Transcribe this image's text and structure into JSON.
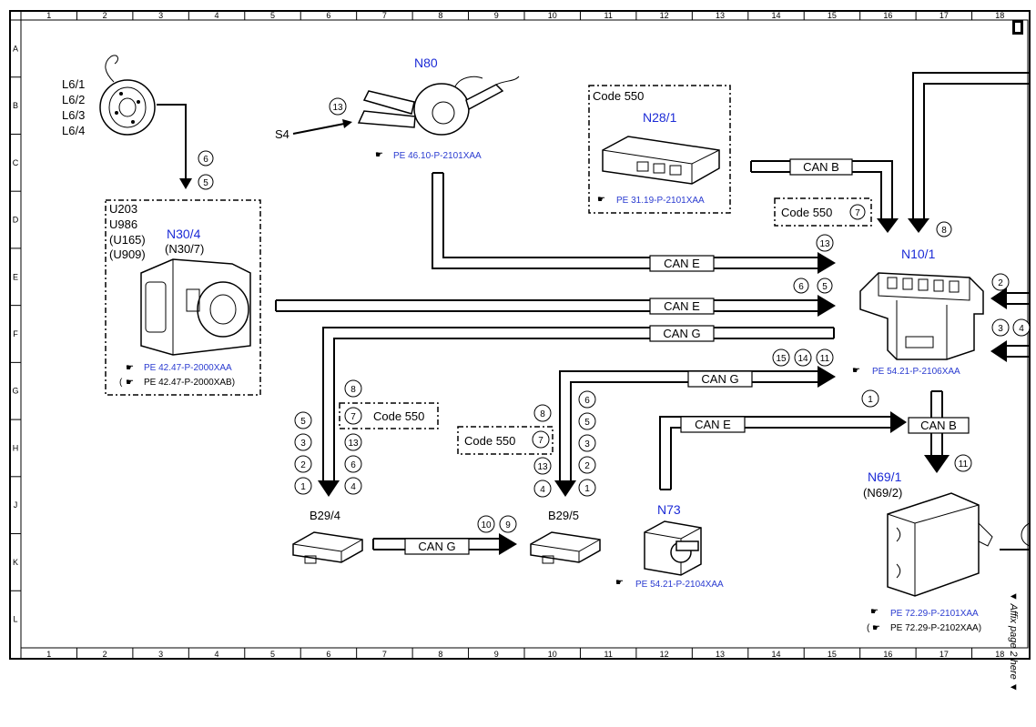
{
  "frame": {
    "columns": [
      "1",
      "2",
      "3",
      "4",
      "5",
      "6",
      "7",
      "8",
      "9",
      "10",
      "11",
      "12",
      "13",
      "14",
      "15",
      "16",
      "17",
      "18"
    ],
    "rows": [
      "A",
      "B",
      "C",
      "D",
      "E",
      "F",
      "G",
      "H",
      "J",
      "K",
      "L"
    ]
  },
  "side_note": "▼ Affix page 2 here ▼",
  "icons": {
    "ref": "pointing-hand-icon"
  },
  "components": {
    "l6": {
      "labels": [
        "L6/1",
        "L6/2",
        "L6/3",
        "L6/4"
      ]
    },
    "n80": {
      "id": "N80",
      "ref": "PE 46.10-P-2101XAA",
      "s4": "S4"
    },
    "n28": {
      "code": "Code 550",
      "id": "N28/1",
      "ref": "PE 31.19-P-2101XAA"
    },
    "n30": {
      "variants": [
        "U203",
        "U986",
        "(U165)",
        "(U909)"
      ],
      "id": "N30/4",
      "id_alt": "(N30/7)",
      "ref": "PE 42.47-P-2000XAA",
      "ref_alt_open": "(",
      "ref_alt": "PE 42.47-P-2000XAB)"
    },
    "n10": {
      "id": "N10/1",
      "ref": "PE 54.21-P-2106XAA"
    },
    "b294": {
      "id": "B29/4",
      "code": "Code 550"
    },
    "b295": {
      "id": "B29/5",
      "code": "Code 550"
    },
    "n73": {
      "id": "N73",
      "ref": "PE 54.21-P-2104XAA"
    },
    "n69": {
      "id": "N69/1",
      "id_alt": "(N69/2)",
      "ref": "PE 72.29-P-2101XAA",
      "ref_alt_open": "(",
      "ref_alt": "PE 72.29-P-2102XAA)"
    },
    "code_n10": {
      "code": "Code 550"
    }
  },
  "buses": {
    "can_b_top": "CAN B",
    "can_e_1": "CAN E",
    "can_e_2": "CAN E",
    "can_g_1": "CAN G",
    "can_g_2": "CAN G",
    "can_e_3": "CAN E",
    "can_b_bottom": "CAN B",
    "can_g_3": "CAN G"
  },
  "pins": {
    "p_l6_a": "6",
    "p_l6_b": "5",
    "p_n80": "13",
    "p_n10_13": "13",
    "p_n10_6": "6",
    "p_n10_5": "5",
    "p_code_7": "7",
    "p_n10_8": "8",
    "p_r2": "2",
    "p_r3": "3",
    "p_r4": "4",
    "p_g15": "15",
    "p_g14": "14",
    "p_g11": "11",
    "p_n10_1": "1",
    "p_n69_11": "11",
    "b294_l5": "5",
    "b294_l3": "3",
    "b294_l2": "2",
    "b294_l1": "1",
    "b294_r8": "8",
    "b294_r7": "7",
    "b294_r13": "13",
    "b294_r6": "6",
    "b294_r4": "4",
    "b295_l8": "8",
    "b295_l7": "7",
    "b295_l13": "13",
    "b295_l4": "4",
    "b295_r6": "6",
    "b295_r5": "5",
    "b295_r3": "3",
    "b295_r2": "2",
    "b295_r1": "1",
    "p_cang_10": "10",
    "p_cang_9": "9"
  }
}
